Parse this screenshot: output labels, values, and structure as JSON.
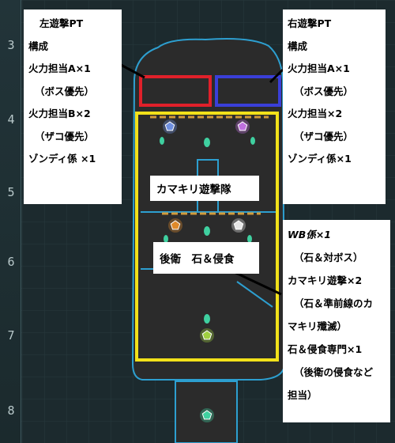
{
  "grid_rows": [
    "3",
    "4",
    "5",
    "6",
    "7",
    "8"
  ],
  "left_team": {
    "title": "左遊撃PT",
    "lines": [
      "構成",
      "火力担当A×1",
      "（ボス優先）",
      "火力担当B×2",
      "（ザコ優先）",
      "ゾンディ係 ×1"
    ]
  },
  "right_team": {
    "title": "右遊撃PT",
    "lines": [
      "構成",
      "火力担当A×1",
      "（ボス優先）",
      "火力担当×2",
      "（ザコ優先）",
      "ゾンディ係×1"
    ]
  },
  "center_labels": {
    "mantis_squad": "カマキリ遊撃隊",
    "rear_guard": "後衛　石＆侵食"
  },
  "rear_team": {
    "lines": [
      "WB係×1",
      "（石＆対ボス）",
      "カマキリ遊撃×2",
      "（石＆準前線のカ",
      "マキリ殲滅）",
      "石＆侵食専門×1",
      "（後衛の侵食など",
      "担当）"
    ]
  },
  "colors": {
    "left_frame": "#e0202a",
    "right_frame": "#3a3fd8",
    "rear_frame": "#f2e11a",
    "map_wall": "#2d9fd0",
    "map_floor": "#2a2a2a",
    "marker_blue": "#6e8fe0",
    "marker_purple": "#c070e0",
    "marker_orange": "#e08a2a",
    "marker_white": "#e6e6e6",
    "marker_green": "#9fd040",
    "marker_teal": "#3fd0a0"
  },
  "markers": [
    {
      "name": "marker-blue-player",
      "color": "marker_blue"
    },
    {
      "name": "marker-purple-player",
      "color": "marker_purple"
    },
    {
      "name": "marker-orange-player",
      "color": "marker_orange"
    },
    {
      "name": "marker-white-player",
      "color": "marker_white"
    },
    {
      "name": "marker-green-player",
      "color": "marker_green"
    },
    {
      "name": "marker-teal-player",
      "color": "marker_teal"
    }
  ]
}
